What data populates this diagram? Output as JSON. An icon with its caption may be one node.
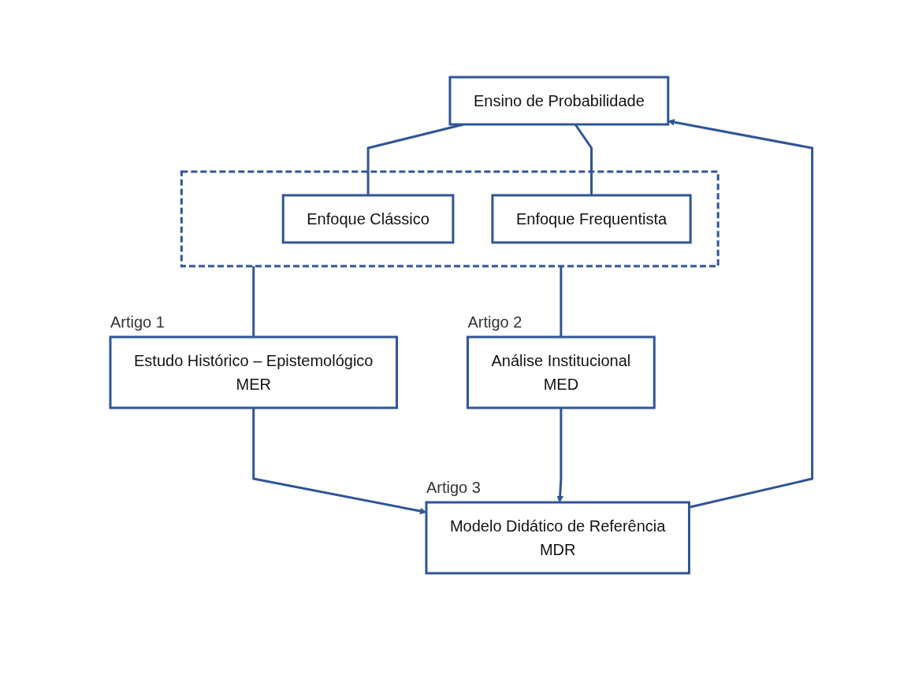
{
  "diagram": {
    "nodes": [
      {
        "text": [
          "Ensino de Probabilidade"
        ]
      },
      {
        "text": [],
        "shape": "box"
      },
      {
        "text": [
          "Enfoque Clássico"
        ],
        "in": 1
      },
      {
        "text": [
          "Enfoque Frequentista"
        ],
        "in": 1
      },
      {
        "text": [
          "Estudo Histórico – Epistemológico",
          "MER"
        ],
        "beside": [
          "Artigo 1"
        ]
      },
      {
        "text": [
          "Análise Institucional",
          "MED"
        ],
        "beside": [
          "Artigo 2"
        ]
      },
      {
        "text": [
          "Modelo Didático de Referência",
          "MDR"
        ],
        "beside": [
          "Artigo 3"
        ]
      }
    ],
    "edges": [
      {
        "from": 0,
        "to": 2,
        "arrow": "none"
      },
      {
        "from": 0,
        "to": 3,
        "arrow": "none"
      },
      {
        "from": 1,
        "to": 4,
        "arrow": "none"
      },
      {
        "from": 1,
        "to": 5,
        "arrow": "none"
      },
      {
        "from": 4,
        "to": 6,
        "arrow": "to"
      },
      {
        "from": 5,
        "to": 6,
        "arrow": "to"
      },
      {
        "from": 6,
        "to": 0,
        "arrow": "to"
      }
    ]
  }
}
